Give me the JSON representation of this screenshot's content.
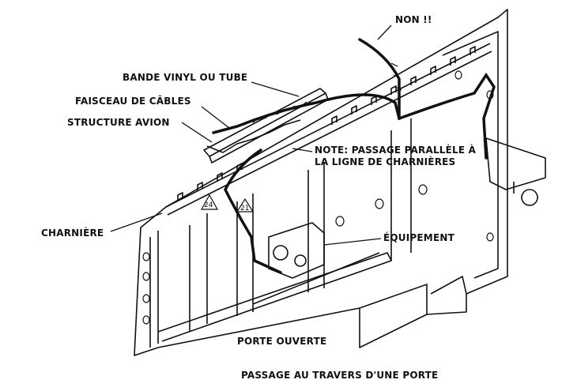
{
  "labels": {
    "non": "NON !!",
    "bande_vinyl": "BANDE VINYL OU TUBE",
    "faisceau": "FAISCEAU DE CÂBLES",
    "structure": "STRUCTURE AVION",
    "note_line1": "NOTE: PASSAGE PARALLÈLE À",
    "note_line2": "LA LIGNE DE CHARNIÈRES",
    "charniere": "CHARNIÈRE",
    "equipement": "ÉQUIPEMENT",
    "porte_ouverte": "PORTE OUVERTE"
  },
  "tags": [
    "24",
    "21"
  ],
  "caption": "PASSAGE AU TRAVERS D'UNE PORTE"
}
